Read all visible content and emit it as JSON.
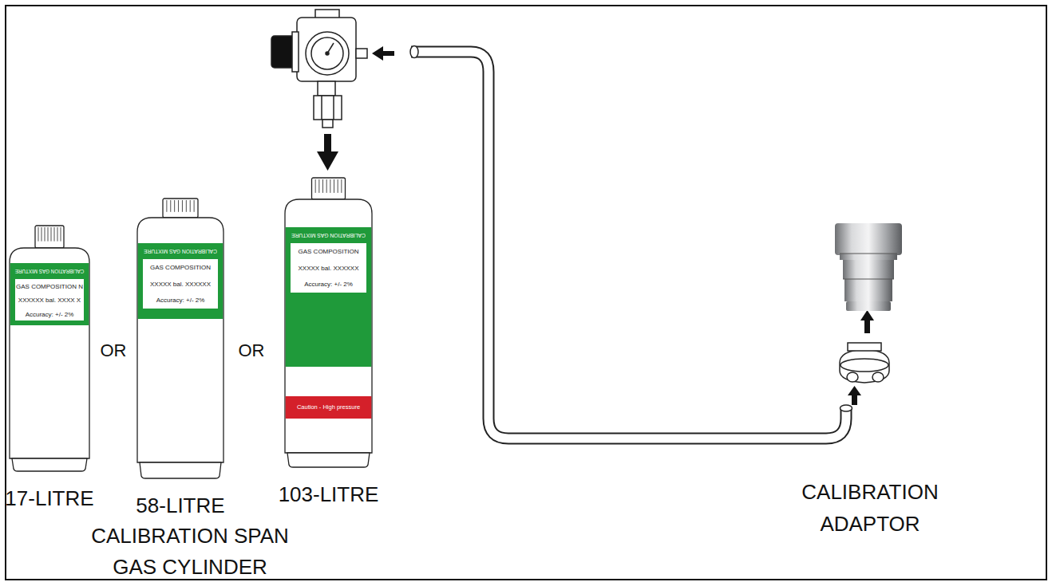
{
  "diagram": {
    "nodes": [
      {
        "text": [
          "CALIBRATION GAS MIXTURE",
          "GAS COMPOSITION N",
          "XXXXXX bal. XXXX X",
          "Accuracy: +/- 2%",
          "17-LITRE"
        ]
      },
      {
        "text": [
          "CALIBRATION GAS MIXTURE",
          "GAS COMPOSITION",
          "XXXXX bal. XXXXXX",
          "Accuracy: +/- 2%",
          "58-LITRE"
        ]
      },
      {
        "text": [
          "CALIBRATION GAS MIXTURE",
          "GAS COMPOSITION",
          "XXXXX bal. XXXXXX",
          "Accuracy: +/- 2%",
          "Caution - High pressure",
          "103-LITRE"
        ]
      }
    ],
    "labels": [
      "OR",
      "OR",
      "CALIBRATION SPAN GAS CYLINDER",
      "CALIBRATION ADAPTOR"
    ]
  }
}
